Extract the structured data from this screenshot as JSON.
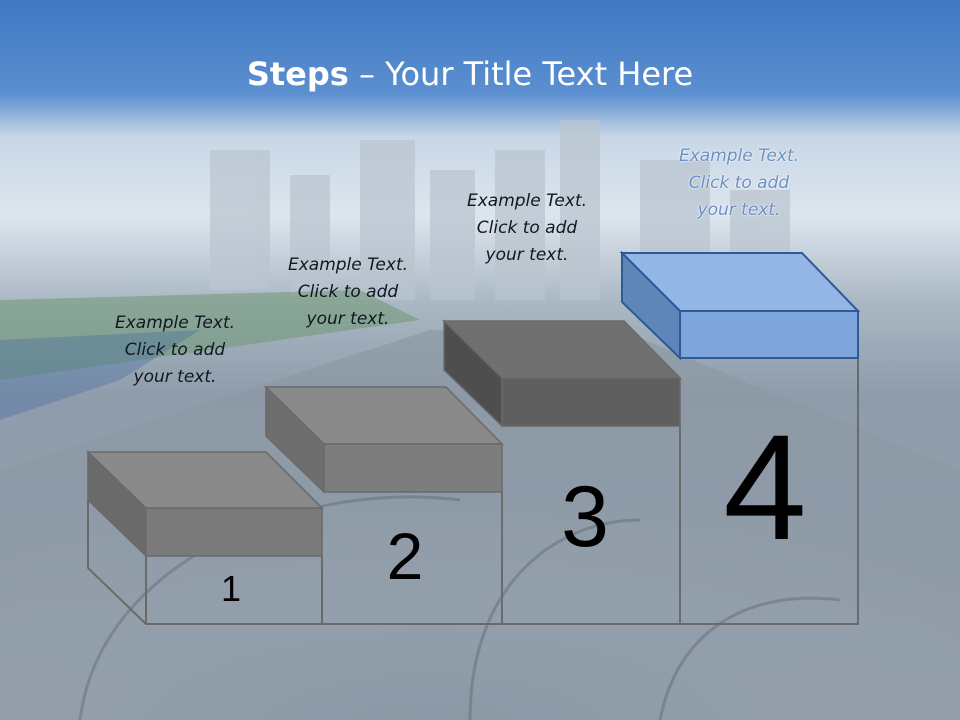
{
  "slide": {
    "title_bold": "Steps",
    "title_rest": " – Your Title Text Here"
  },
  "steps": [
    {
      "number": "1",
      "caption": [
        "Example Text.",
        "Click  to add",
        "your text."
      ],
      "block_color": "#7d7d7d"
    },
    {
      "number": "2",
      "caption": [
        "Example Text.",
        "Click  to add",
        "your text."
      ],
      "block_color": "#7d7d7d"
    },
    {
      "number": "3",
      "caption": [
        "Example Text.",
        "Click  to add",
        "your text."
      ],
      "block_color": "#5f5f5f"
    },
    {
      "number": "4",
      "caption": [
        "Example Text.",
        "Click  to add",
        "your text."
      ],
      "block_color": "#7ea6dc"
    }
  ],
  "colors": {
    "sky": "#4a82c8",
    "highlight": "#7ea6dc",
    "outline": "#6a6a6a"
  }
}
